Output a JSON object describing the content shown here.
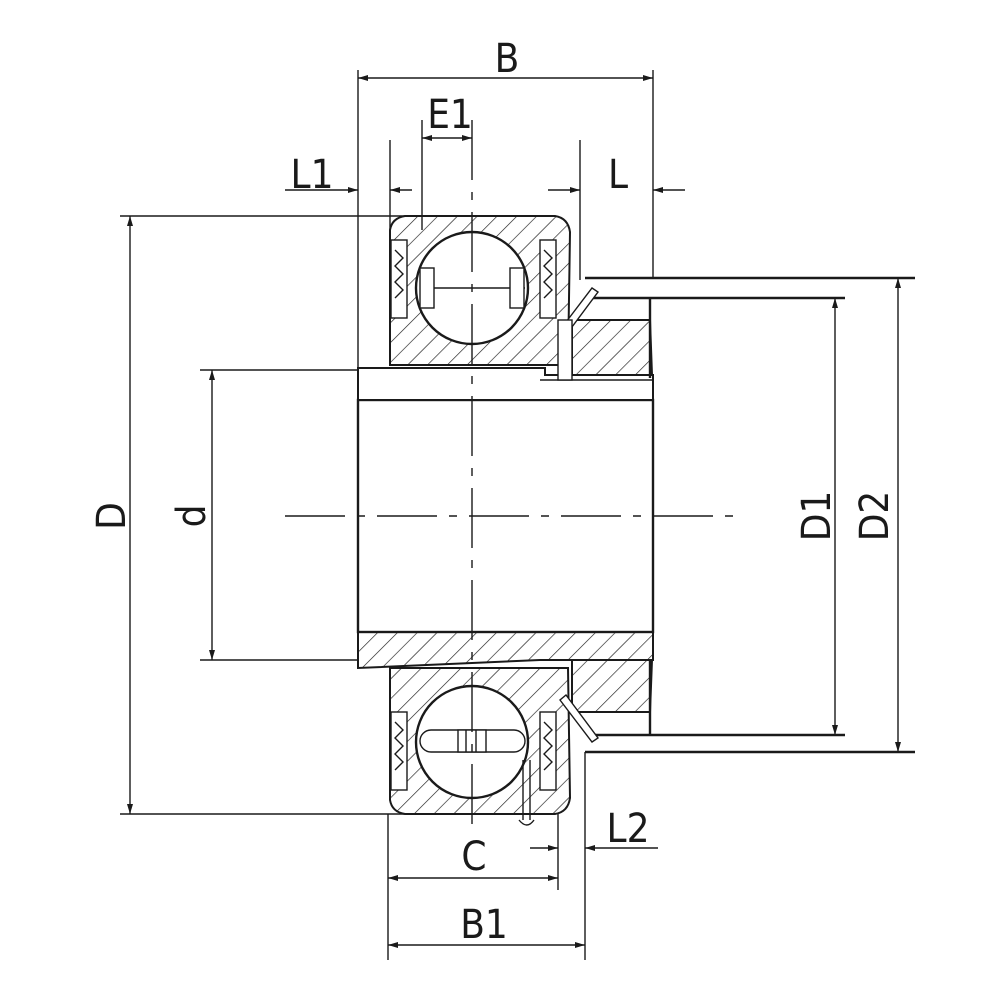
{
  "labels": {
    "B": "B",
    "E1": "E1",
    "L1": "L1",
    "L": "L",
    "D": "D",
    "d": "d",
    "D1": "D1",
    "D2": "D2",
    "C": "C",
    "L2": "L2",
    "B1": "B1"
  },
  "colors": {
    "line": "#1a1a1a",
    "background": "#ffffff"
  }
}
